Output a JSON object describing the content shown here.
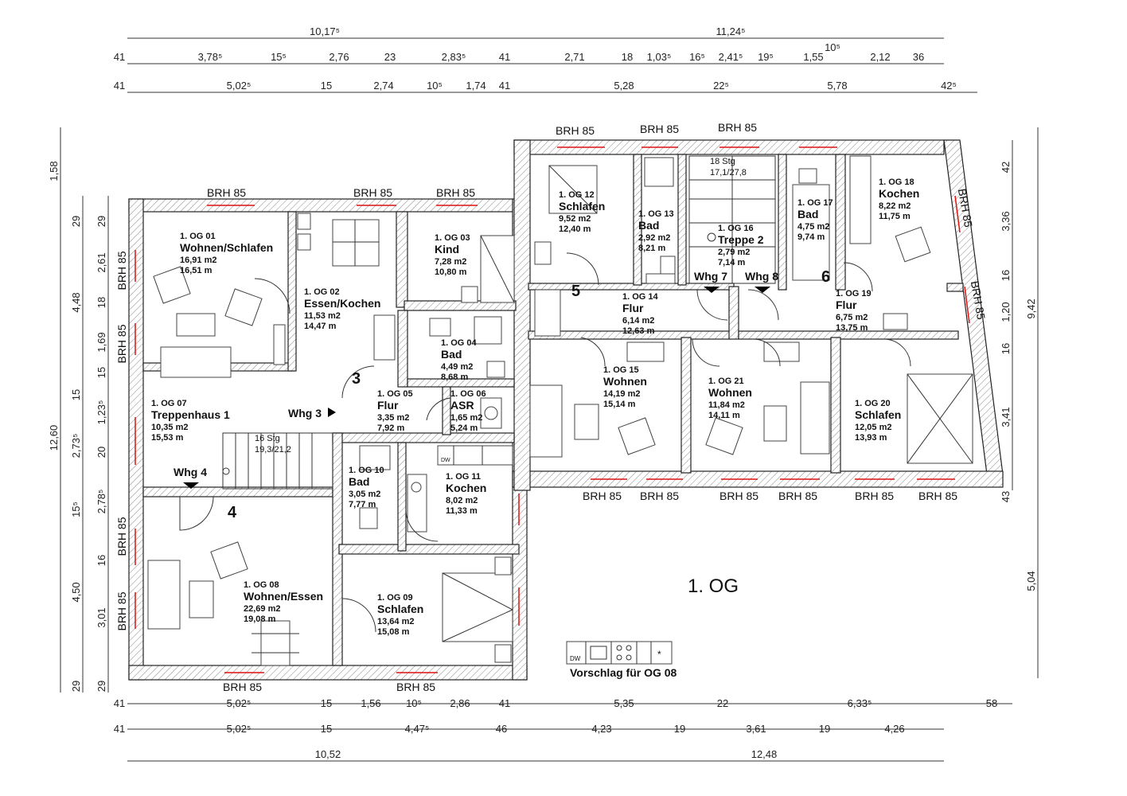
{
  "floor_title": "1. OG",
  "proposal_label": "Vorschlag für OG 08",
  "top_dims": {
    "row1": [
      "10,17⁵",
      "11,24⁵"
    ],
    "row2": [
      "41",
      "3,78⁵",
      "15⁵",
      "2,76",
      "23",
      "2,83⁵",
      "41",
      "2,71",
      "18",
      "1,03⁵",
      "16⁵",
      "2,41⁵",
      "19⁵",
      "1,55",
      "10⁵",
      "2,12",
      "36"
    ],
    "row3": [
      "41",
      "5,02⁵",
      "15",
      "2,74",
      "10⁵",
      "1,74",
      "41",
      "5,28",
      "22⁵",
      "5,78",
      "42⁵"
    ]
  },
  "bottom_dims": {
    "row1": [
      "41",
      "5,02⁵",
      "15",
      "1,56",
      "10⁵",
      "2,86",
      "41",
      "5,35",
      "22",
      "6,33⁵",
      "58"
    ],
    "row2": [
      "41",
      "5,02⁵",
      "15",
      "4,47⁵",
      "46",
      "4,23",
      "19",
      "3,61",
      "19",
      "4,26"
    ],
    "row3": [
      "10,52",
      "12,48"
    ]
  },
  "left_dims": {
    "outer": [
      "1,58",
      "12,60"
    ],
    "mid": [
      "29",
      "4,48",
      "15",
      "2,73⁵",
      "15⁵",
      "4,50",
      "29"
    ],
    "inner": [
      "29",
      "2,61",
      "18",
      "1,69",
      "15",
      "1,23⁵",
      "20",
      "2,78⁵",
      "16",
      "3,01",
      "29"
    ]
  },
  "right_dims": {
    "inner": [
      "42",
      "3,36",
      "16",
      "1,20",
      "16",
      "3,41",
      "43"
    ],
    "outer": [
      "9,42",
      "5,04"
    ]
  },
  "brh_label": "BRH 85",
  "rooms": [
    {
      "id": "1. OG 01",
      "name": "Wohnen/Schlafen",
      "area": "16,91 m2",
      "perim": "16,51   m"
    },
    {
      "id": "1. OG 02",
      "name": "Essen/Kochen",
      "area": "11,53 m2",
      "perim": "14,47   m"
    },
    {
      "id": "1. OG 03",
      "name": "Kind",
      "area": "7,28 m2",
      "perim": "10,80   m"
    },
    {
      "id": "1. OG 04",
      "name": "Bad",
      "area": "4,49 m2",
      "perim": "8,68   m"
    },
    {
      "id": "1. OG 05",
      "name": "Flur",
      "area": "3,35 m2",
      "perim": "7,92   m"
    },
    {
      "id": "1. OG 06",
      "name": "ASR",
      "area": "1,65 m2",
      "perim": "5,24   m"
    },
    {
      "id": "1. OG 07",
      "name": "Treppenhaus 1",
      "area": "10,35 m2",
      "perim": "15,53   m"
    },
    {
      "id": "1. OG 08",
      "name": "Wohnen/Essen",
      "area": "22,69 m2",
      "perim": "19,08   m"
    },
    {
      "id": "1. OG 09",
      "name": "Schlafen",
      "area": "13,64 m2",
      "perim": "15,08   m"
    },
    {
      "id": "1. OG 10",
      "name": "Bad",
      "area": "3,05 m2",
      "perim": "7,77   m"
    },
    {
      "id": "1. OG 11",
      "name": "Kochen",
      "area": "8,02 m2",
      "perim": "11,33   m"
    },
    {
      "id": "1. OG 12",
      "name": "Schlafen",
      "area": "9,52 m2",
      "perim": "12,40   m"
    },
    {
      "id": "1. OG 13",
      "name": "Bad",
      "area": "2,92 m2",
      "perim": "8,21   m"
    },
    {
      "id": "1. OG 14",
      "name": "Flur",
      "area": "6,14 m2",
      "perim": "12,63   m"
    },
    {
      "id": "1. OG 15",
      "name": "Wohnen",
      "area": "14,19 m2",
      "perim": "15,14   m"
    },
    {
      "id": "1. OG 16",
      "name": "Treppe 2",
      "area": "2,79 m2",
      "perim": "7,14   m"
    },
    {
      "id": "1. OG 17",
      "name": "Bad",
      "area": "4,75 m2",
      "perim": "9,74   m"
    },
    {
      "id": "1. OG 18",
      "name": "Kochen",
      "area": "8,22 m2",
      "perim": "11,75   m"
    },
    {
      "id": "1. OG 19",
      "name": "Flur",
      "area": "6,75 m2",
      "perim": "13,75   m"
    },
    {
      "id": "1. OG 20",
      "name": "Schlafen",
      "area": "12,05 m2",
      "perim": "13,93   m"
    },
    {
      "id": "1. OG 21",
      "name": "Wohnen",
      "area": "11,84 m2",
      "perim": "14,11   m"
    }
  ],
  "apartments": [
    "3",
    "4",
    "5",
    "6"
  ],
  "whg_labels": [
    "Whg 3",
    "Whg 4",
    "Whg 7",
    "Whg 8"
  ],
  "stairs": [
    {
      "steps": "16 Stg",
      "ratio": "19,3/21,2"
    },
    {
      "steps": "18 Stg",
      "ratio": "17,1/27,8"
    }
  ],
  "kitchen_dw": "DW",
  "colors": {
    "window": "#dd1111",
    "apartment_number": "#5a2a14",
    "wall_hatch": "#888888"
  }
}
